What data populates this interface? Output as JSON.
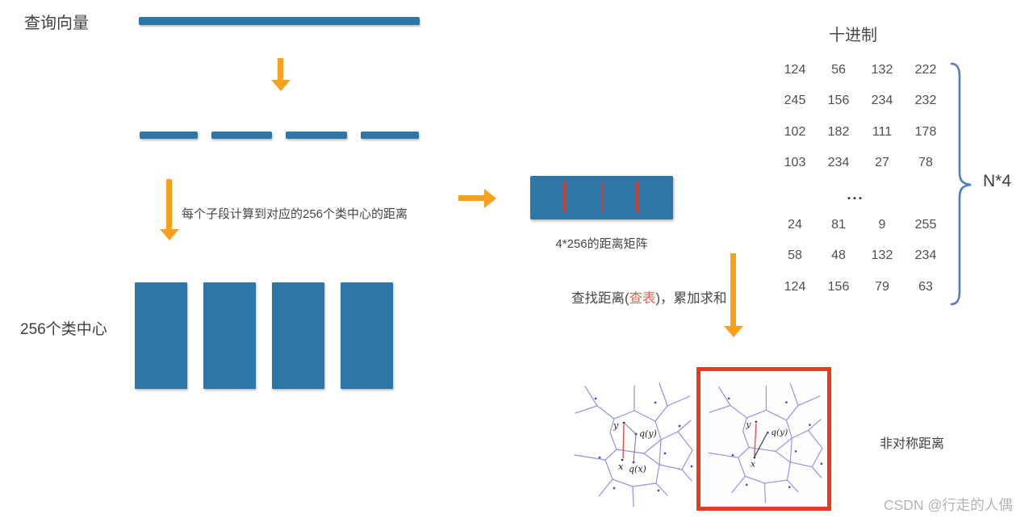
{
  "colors": {
    "bar_blue": "#2e76a8",
    "arrow_orange": "#f9a11c",
    "matrix_line_red": "#c8402f",
    "highlight_red": "#e8604f",
    "box_red": "#e73b21",
    "brace_blue": "#4d7ebf",
    "voronoi_edge": "#9191e6",
    "text_dark": "#3f3f3f",
    "watermark_gray": "#b4b4b8"
  },
  "left_flow": {
    "query_vector_label": "查询向量",
    "class_centers_label": "256个类中心",
    "distance_note": "每个子段计算到对应的256个类中心的距离"
  },
  "matrix": {
    "caption": "4*256的距离矩阵"
  },
  "lookup": {
    "prefix": "查找距离(",
    "highlight": "查表",
    "suffix": ")，累加求和"
  },
  "decimal_table": {
    "title": "十进制",
    "rows_top": [
      [
        "124",
        "56",
        "132",
        "222"
      ],
      [
        "245",
        "156",
        "234",
        "232"
      ],
      [
        "102",
        "182",
        "111",
        "178"
      ],
      [
        "103",
        "234",
        "27",
        "78"
      ]
    ],
    "ellipsis": "...",
    "rows_bottom": [
      [
        "24",
        "81",
        "9",
        "255"
      ],
      [
        "58",
        "48",
        "132",
        "234"
      ],
      [
        "124",
        "156",
        "79",
        "63"
      ]
    ],
    "brace_label": "N*4"
  },
  "voronoi": {
    "y": "y",
    "qy": "q(y)",
    "x": "x",
    "qx": "q(x)",
    "asymmetric_label": "非对称距离"
  },
  "watermark": "CSDN @行走的人偶"
}
